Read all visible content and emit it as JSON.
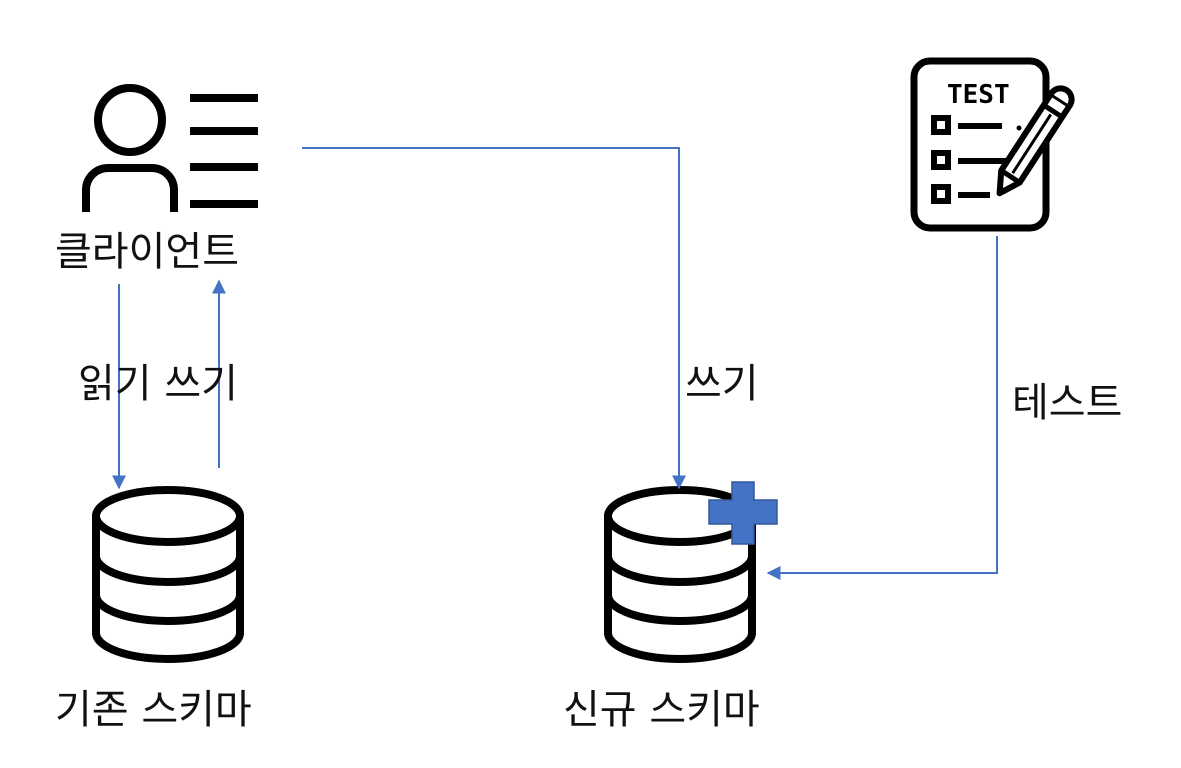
{
  "colors": {
    "arrow": "#4472c4",
    "icon": "#000000",
    "plus": "#4472c4",
    "text": "#111111",
    "background": "#ffffff"
  },
  "icons": {
    "client": "user-list-icon",
    "test": "test-checklist-pencil-icon",
    "old_db": "database-icon",
    "new_db": "database-plus-icon"
  },
  "labels": {
    "client": "클라이언트",
    "read_write": "읽기 쓰기",
    "write": "쓰기",
    "test": "테스트",
    "old_schema": "기존 스키마",
    "new_schema": "신규 스키마",
    "test_board_text": "TEST"
  }
}
